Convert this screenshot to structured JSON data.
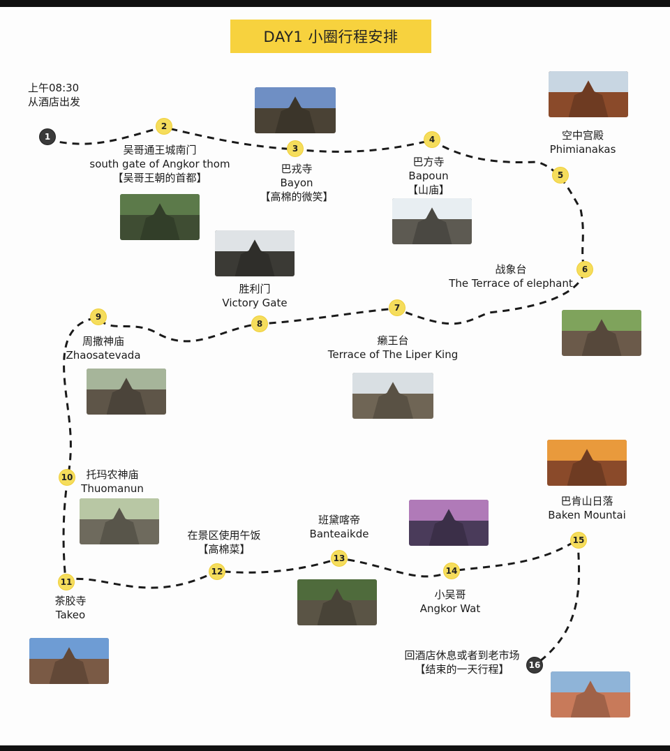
{
  "title": "DAY1 小圈行程安排",
  "start": {
    "time": "上午08:30",
    "text": "从酒店出发"
  },
  "stops": [
    {
      "num": "1",
      "lines": []
    },
    {
      "num": "2",
      "lines": [
        "吴哥通王城南门",
        "south gate of Angkor thom",
        "【吴哥王朝的首都】"
      ]
    },
    {
      "num": "3",
      "lines": [
        "巴戎寺",
        "Bayon",
        "【高棉的微笑】"
      ]
    },
    {
      "num": "4",
      "lines": [
        "巴方寺",
        "Bapoun",
        "【山庙】"
      ]
    },
    {
      "num": "5",
      "lines": [
        "空中宫殿",
        "Phimianakas"
      ]
    },
    {
      "num": "6",
      "lines": [
        "战象台",
        "The Terrace of elephant"
      ]
    },
    {
      "num": "7",
      "lines": [
        "癞王台",
        "Terrace of The Liper King"
      ]
    },
    {
      "num": "8",
      "lines": [
        "胜利门",
        "Victory Gate"
      ]
    },
    {
      "num": "9",
      "lines": [
        "周撒神庙",
        "Zhaosatevada"
      ]
    },
    {
      "num": "10",
      "lines": [
        "托玛农神庙",
        "Thuomanun"
      ]
    },
    {
      "num": "11",
      "lines": [
        "茶胶寺",
        "Takeo"
      ]
    },
    {
      "num": "12",
      "lines": [
        "在景区使用午饭",
        "【高棉菜】"
      ]
    },
    {
      "num": "13",
      "lines": [
        "班黛喀帝",
        "Banteaikde"
      ]
    },
    {
      "num": "14",
      "lines": [
        "小吴哥",
        "Angkor Wat"
      ]
    },
    {
      "num": "15",
      "lines": [
        "巴肯山日落",
        "Baken Mountai"
      ]
    },
    {
      "num": "16",
      "lines": [
        "回酒店休息或者到老市场",
        "【结束的一天行程】"
      ]
    }
  ],
  "photos": [
    {
      "name": "bayon-photo",
      "sky": "#6f8fc4",
      "ground": "#4a4235"
    },
    {
      "name": "south-gate-photo",
      "sky": "#5c7a4a",
      "ground": "#3f4d33"
    },
    {
      "name": "phimianakas-photo",
      "sky": "#c8d6e2",
      "ground": "#8a4a2a"
    },
    {
      "name": "bapoun-photo",
      "sky": "#e8eef2",
      "ground": "#5d5a52"
    },
    {
      "name": "victory-gate-photo",
      "sky": "#dfe3e6",
      "ground": "#3b3a35"
    },
    {
      "name": "elephant-terrace-photo",
      "sky": "#7fa35c",
      "ground": "#6b5a4a"
    },
    {
      "name": "zhaosatevada-photo",
      "sky": "#a6b59a",
      "ground": "#5e5548"
    },
    {
      "name": "leper-king-photo",
      "sky": "#d9dfe3",
      "ground": "#6f6555"
    },
    {
      "name": "thuomanun-photo",
      "sky": "#b8c7a4",
      "ground": "#6e6a5d"
    },
    {
      "name": "baken-sunset-photo",
      "sky": "#e99a3c",
      "ground": "#8a4a2a"
    },
    {
      "name": "angkor-wat-photo",
      "sky": "#b07ab8",
      "ground": "#4a3b5a"
    },
    {
      "name": "banteaikde-photo",
      "sky": "#4f6b3c",
      "ground": "#5a5445"
    },
    {
      "name": "takeo-photo",
      "sky": "#6e9cd4",
      "ground": "#7a5a45"
    },
    {
      "name": "old-market-photo",
      "sky": "#8fb4d8",
      "ground": "#c87a5a"
    }
  ],
  "colors": {
    "title_bg": "#f7d23e",
    "marker": "#f5dd5c",
    "route": "#1a1a1a"
  }
}
